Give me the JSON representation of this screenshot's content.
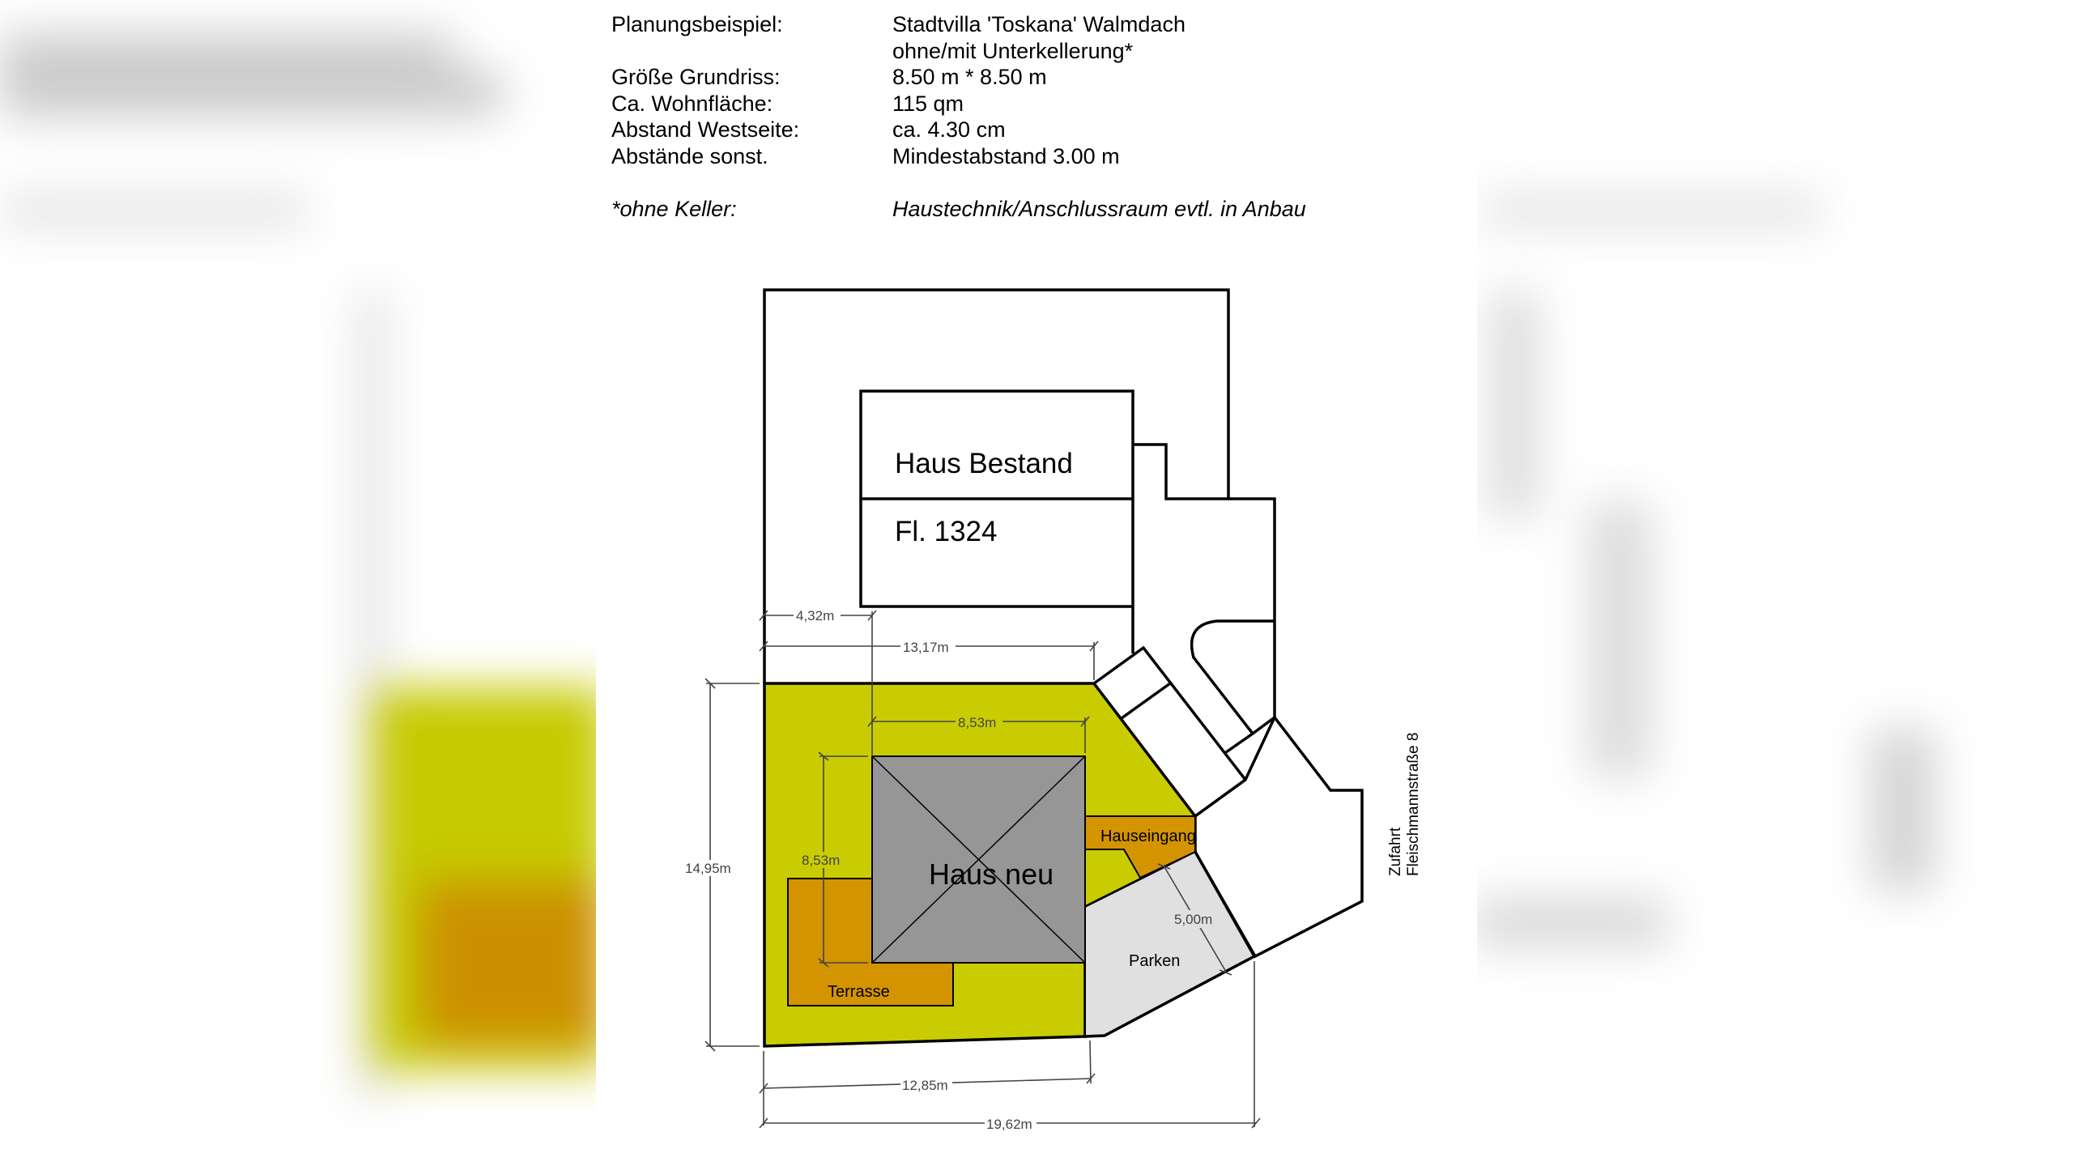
{
  "header": {
    "rows": [
      {
        "label": "Planungsbeispiel:",
        "value": "Stadtvilla 'Toskana' Walmdach"
      },
      {
        "label": "",
        "value": "ohne/mit Unterkellerung*"
      },
      {
        "label": "Größe Grundriss:",
        "value": "8.50 m * 8.50 m"
      },
      {
        "label": "Ca. Wohnfläche:",
        "value": "115 qm"
      },
      {
        "label": "Abstand Westseite:",
        "value": "ca. 4.30 cm"
      },
      {
        "label": "Abstände sonst.",
        "value": "Mindestabstand 3.00 m"
      }
    ],
    "footnote": {
      "label": "*ohne Keller:",
      "value": "Haustechnik/Anschlussraum evtl. in Anbau"
    }
  },
  "plan": {
    "existing_house": {
      "title": "Haus Bestand",
      "parcel": "Fl. 1324"
    },
    "new_house": {
      "label": "Haus neu"
    },
    "areas": {
      "entrance": "Hauseingang",
      "terrace": "Terrasse",
      "parking": "Parken"
    },
    "street": {
      "line1": "Zufahrt",
      "line2": "Fleischmannstraße 8"
    },
    "dimensions": {
      "west_offset": "4,32m",
      "north_width": "13,17m",
      "house_width": "8,53m",
      "house_depth": "8,53m",
      "plot_depth": "14,95m",
      "parking_width": "5,00m",
      "south_width": "12,85m",
      "total_width": "19,62m"
    },
    "colors": {
      "garden": "#c9cc00",
      "terrace": "#d39400",
      "house": "#969696",
      "parking": "#e0e0e0",
      "outline": "#000000",
      "dimension": "#444444"
    }
  }
}
